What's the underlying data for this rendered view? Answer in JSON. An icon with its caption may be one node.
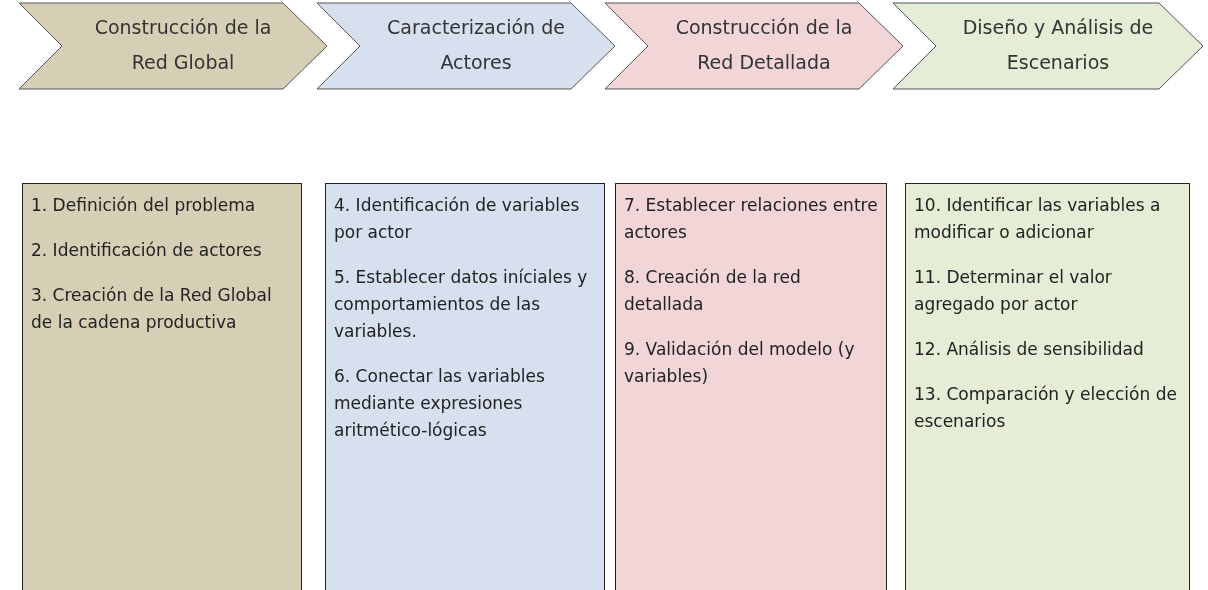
{
  "diagram": {
    "nodes": [
      {
        "text": [
          "Construcción de la Red Global"
        ]
      },
      {
        "text": [
          "Caracterización de Actores"
        ]
      },
      {
        "text": [
          "Construcción de la Red Detallada"
        ]
      },
      {
        "text": [
          "Diseño y Análisis de Escenarios"
        ]
      },
      {
        "text": [
          "1. Definición del problema",
          "2. Identificación de actores",
          "3. Creación de la Red Global de la cadena productiva"
        ]
      },
      {
        "text": [
          "4. Identificación de variables por actor",
          "5. Establecer datos iníciales y comportamientos de las variables.",
          "6. Conectar las variables mediante expresiones aritmético-lógicas"
        ]
      },
      {
        "text": [
          "7. Establecer relaciones entre actores",
          "8. Creación de la red detallada",
          "9. Validación del modelo (y variables)"
        ]
      },
      {
        "text": [
          "10. Identificar las variables a modificar o adicionar",
          "11. Determinar el valor agregado por actor",
          "12. Análisis de sensibilidad",
          "13. Comparación y elección de escenarios"
        ]
      }
    ]
  }
}
